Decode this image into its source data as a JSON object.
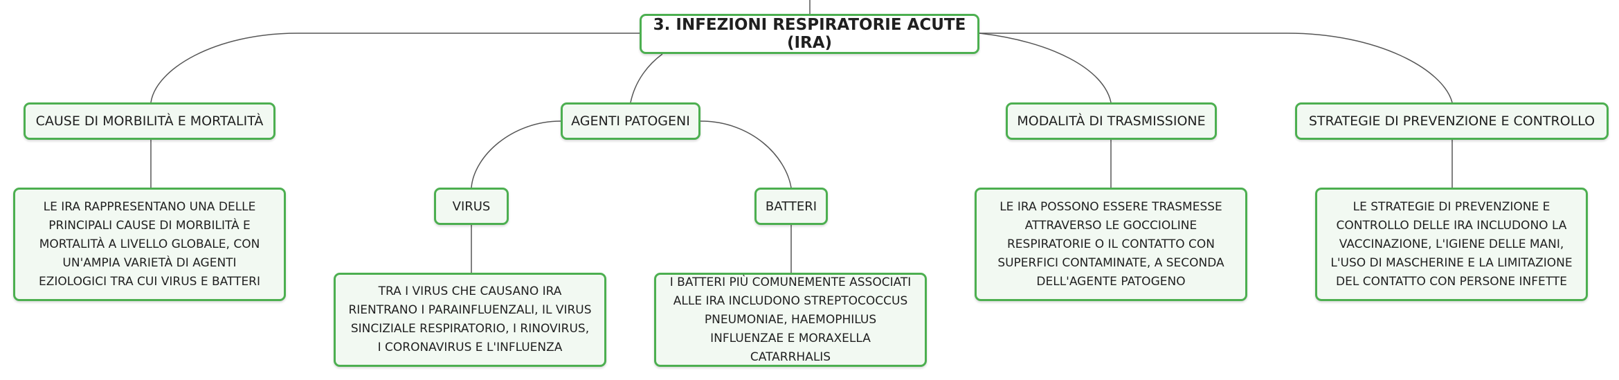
{
  "colors": {
    "border": "#4caf50",
    "fill": "#f2f9f2",
    "line": "#555555"
  },
  "root": {
    "title": "3. INFEZIONI RESPIRATORIE ACUTE (IRA)"
  },
  "branches": {
    "cause": {
      "title": "CAUSE DI MORBILITÀ E MORTALITÀ",
      "text": "LE IRA RAPPRESENTANO UNA DELLE PRINCIPALI CAUSE DI MORBILITÀ E MORTALITÀ A LIVELLO GLOBALE, CON UN'AMPIA VARIETÀ DI AGENTI EZIOLOGICI TRA CUI VIRUS E BATTERI"
    },
    "agenti": {
      "title": "AGENTI PATOGENI",
      "virus": {
        "title": "VIRUS",
        "text": "TRA I VIRUS CHE CAUSANO IRA RIENTRANO I PARAINFLUENZALI, IL VIRUS SINCIZIALE RESPIRATORIO, I RINOVIRUS, I CORONAVIRUS E L'INFLUENZA"
      },
      "batteri": {
        "title": "BATTERI",
        "text": "I BATTERI PIÙ COMUNEMENTE ASSOCIATI ALLE IRA INCLUDONO STREPTOCOCCUS PNEUMONIAE, HAEMOPHILUS INFLUENZAE E MORAXELLA CATARRHALIS"
      }
    },
    "trasmissione": {
      "title": "MODALITÀ DI TRASMISSIONE",
      "text": "LE IRA POSSONO ESSERE TRASMESSE ATTRAVERSO LE GOCCIOLINE RESPIRATORIE O IL CONTATTO CON SUPERFICI CONTAMINATE, A SECONDA DELL'AGENTE PATOGENO"
    },
    "prevenzione": {
      "title": "STRATEGIE DI PREVENZIONE E CONTROLLO",
      "text": "LE STRATEGIE DI PREVENZIONE E CONTROLLO DELLE IRA INCLUDONO LA VACCINAZIONE, L'IGIENE DELLE MANI, L'USO DI MASCHERINE E LA LIMITAZIONE DEL CONTATTO CON PERSONE INFETTE"
    }
  }
}
